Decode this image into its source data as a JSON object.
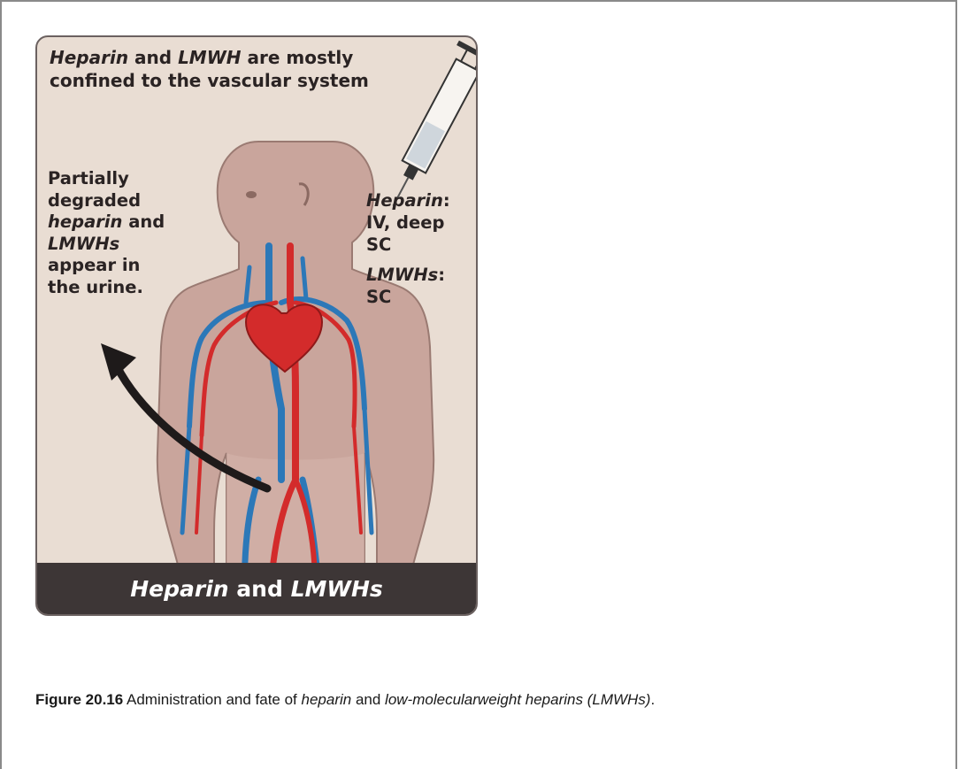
{
  "figure": {
    "top_text": {
      "heparin": "Heparin",
      "and": " and ",
      "lmwh": "LMWH",
      "rest": " are  mostly confined to the  vascular system"
    },
    "left_text": {
      "line1": "Partially",
      "line2": "degraded",
      "heparin": "heparin",
      "and": " and",
      "lmwhs": "LMWHs",
      "line5": "appear in",
      "line6": "the urine."
    },
    "right_text": {
      "heparin": "Heparin",
      "heparin_colon": ":",
      "heparin_routes": "IV, deep SC",
      "lmwhs": "LMWHs",
      "lmwhs_routes": ": SC"
    },
    "footer": {
      "heparin": "Heparin",
      "and": " and ",
      "lmwhs": "LMWHs"
    }
  },
  "caption": {
    "label": "Figure 20.16",
    "text1": " Administration and fate of ",
    "heparin": "heparin",
    "text2": " and ",
    "lmwh_full": "low-molecularweight heparins (LMWHs)",
    "end": "."
  },
  "colors": {
    "panel_bg": "#e9ddd3",
    "body_skin": "#c9a59c",
    "artery": "#d32b2b",
    "vein": "#2c78b8",
    "footer_bar": "#3d3636",
    "text_dark": "#2a2323"
  }
}
